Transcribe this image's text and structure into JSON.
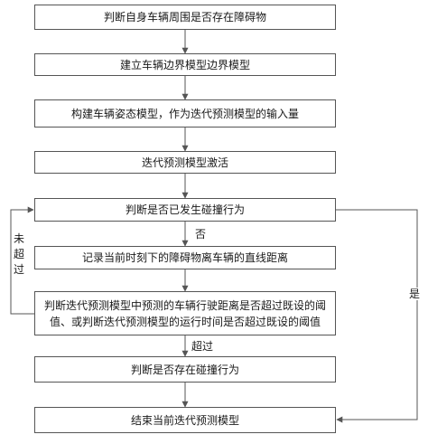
{
  "steps": [
    {
      "id": "s1",
      "text": "判断自身车辆周围是否存在障碍物"
    },
    {
      "id": "s2",
      "text": "建立车辆边界模型边界模型"
    },
    {
      "id": "s3",
      "text": "构建车辆姿态模型，作为迭代预测模型的输入量"
    },
    {
      "id": "s4",
      "text": "迭代预测模型激活"
    },
    {
      "id": "s5",
      "text": "判断是否已发生碰撞行为"
    },
    {
      "id": "s6",
      "text": "记录当前时刻下的障碍物离车辆的直线距离"
    },
    {
      "id": "s7_line1",
      "text": "判断迭代预测模型中预测的车辆行驶距离是否超过既设的阈"
    },
    {
      "id": "s7_line2",
      "text": "值、或判断迭代预测模型的运行时间是否超过既设的阈值"
    },
    {
      "id": "s8",
      "text": "判断是否存在碰撞行为"
    },
    {
      "id": "s9",
      "text": "结束当前迭代预测模型"
    }
  ],
  "edge_labels": {
    "no": "否",
    "exceed": "超过",
    "yes": "是",
    "not_exceed": [
      "未",
      "超",
      "过"
    ]
  },
  "colors": {
    "line": "#555555",
    "text": "#1a1a1a",
    "background": "#ffffff"
  }
}
